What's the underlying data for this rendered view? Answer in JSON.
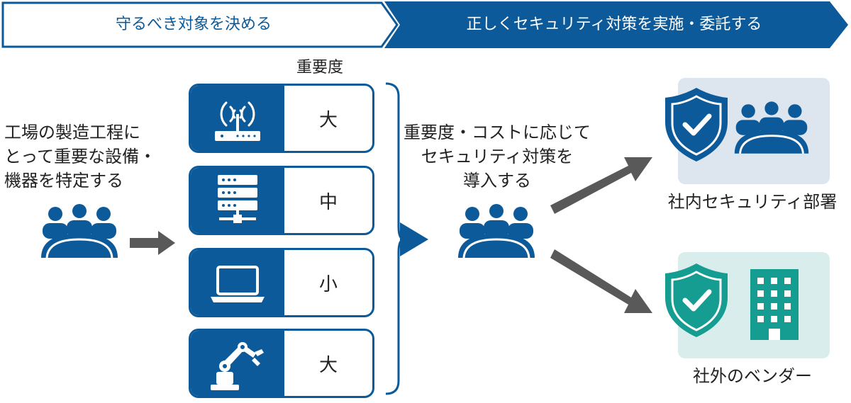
{
  "header": {
    "step1": "守るべき対象を決める",
    "step2": "正しくセキュリティ対策を実施・委託する"
  },
  "left_text": {
    "line1": "工場の製造工程に",
    "line2": "とって重要な設備・",
    "line3": "機器を特定する"
  },
  "importance": {
    "heading": "重要度",
    "items": [
      {
        "icon": "router-icon",
        "level": "大"
      },
      {
        "icon": "server-icon",
        "level": "中"
      },
      {
        "icon": "laptop-icon",
        "level": "小"
      },
      {
        "icon": "robot-arm-icon",
        "level": "大"
      }
    ]
  },
  "middle_text": {
    "line1": "重要度・コストに応じて",
    "line2": "セキュリティ対策を",
    "line3": "導入する"
  },
  "targets": {
    "internal": "社内セキュリティ部署",
    "vendor": "社外のベンダー"
  },
  "colors": {
    "blue": "#0c5a99",
    "teal": "#159d92",
    "gray": "#595959",
    "internal_bg": "#dde6ee",
    "vendor_bg": "#d9eeec"
  }
}
